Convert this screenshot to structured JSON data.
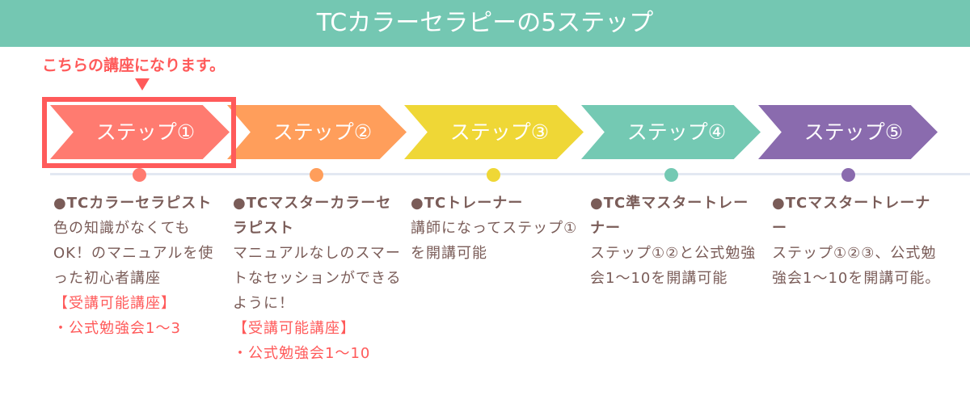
{
  "header": {
    "title": "TCカラーセラピーの5ステップ"
  },
  "note": "こちらの講座になります。",
  "colors": {
    "header": "#74c7b2",
    "highlight": "#ff5a5a",
    "text": "#7a5c58"
  },
  "steps": [
    {
      "label": "ステップ①",
      "color": "#ff7b70",
      "title": "●TCカラーセラピスト",
      "desc": "色の知識がなくてもOK！のマニュアルを使った初心者講座",
      "sub_heading": "【受講可能講座】",
      "sub_item": "・公式勉強会1〜3"
    },
    {
      "label": "ステップ②",
      "color": "#ff9e5b",
      "title": "●TCマスターカラーセラピスト",
      "desc": "マニュアルなしのスマートなセッションができるように！",
      "sub_heading": "【受講可能講座】",
      "sub_item": "・公式勉強会1〜10"
    },
    {
      "label": "ステップ③",
      "color": "#efd736",
      "title": "●TCトレーナー",
      "desc": "講師になってステップ①を開講可能"
    },
    {
      "label": "ステップ④",
      "color": "#74c9b3",
      "title": "●TC準マスタートレーナー",
      "desc": "ステップ①②と公式勉強会1〜10を開講可能"
    },
    {
      "label": "ステップ⑤",
      "color": "#8a6bae",
      "title": "●TCマスタートレーナー",
      "desc": "ステップ①②③、公式勉強会1〜10を開講可能。"
    }
  ]
}
